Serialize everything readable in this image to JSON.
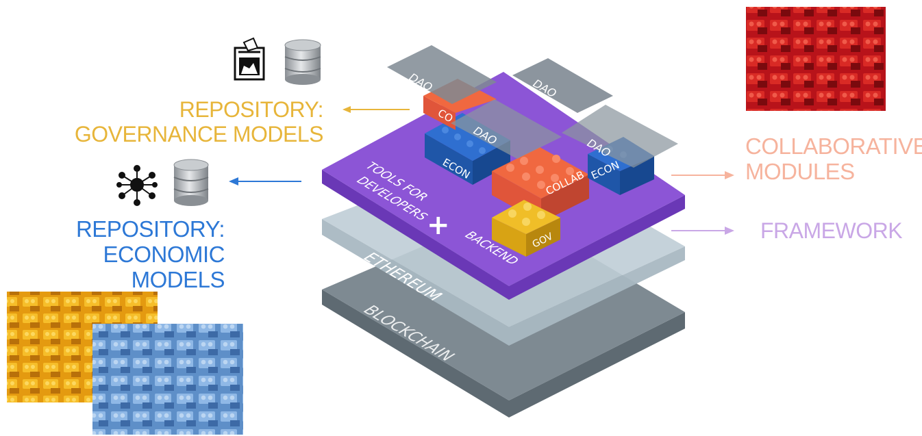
{
  "labels": {
    "governance_repo": [
      "REPOSITORY:",
      "GOVERNANCE MODELS"
    ],
    "economic_repo": [
      "REPOSITORY:",
      "ECONOMIC MODELS"
    ],
    "collaborative": [
      "COLLABORATIVE",
      "MODULES"
    ],
    "framework": "FRAMEWORK"
  },
  "layers": {
    "tools_line1": "TOOLS FOR",
    "tools_line2": "DEVELOPERS",
    "plus": "+",
    "backend": "BACKEND",
    "ethereum": "ETHEREUM",
    "blockchain": "BLOCKCHAIN"
  },
  "bricks": {
    "econ": "ECON",
    "collab": "COLLAB",
    "gov": "GOV",
    "dao": "DAO",
    "partial": "CO"
  },
  "icons": {
    "ballot": "ballot-box-icon",
    "database": "database-icon",
    "network": "network-hub-icon",
    "red_bricks": "red-bricks-photo",
    "yellow_bricks": "yellow-bricks-photo",
    "blue_bricks": "blue-bricks-photo"
  },
  "colors": {
    "governance": "#E7B53A",
    "economic": "#2D78D6",
    "collaborative": "#F6B39D",
    "framework": "#C9A7E6",
    "purple_layer": "#8C55D6",
    "ethereum_layer": "#BFCDD6",
    "blockchain_layer": "#7E8A92",
    "dao_tile": "#8B959E",
    "econ_brick": "#2F6FD0",
    "collab_brick": "#F06840",
    "gov_brick": "#F0BE28",
    "red_photo": "#C8161E"
  }
}
